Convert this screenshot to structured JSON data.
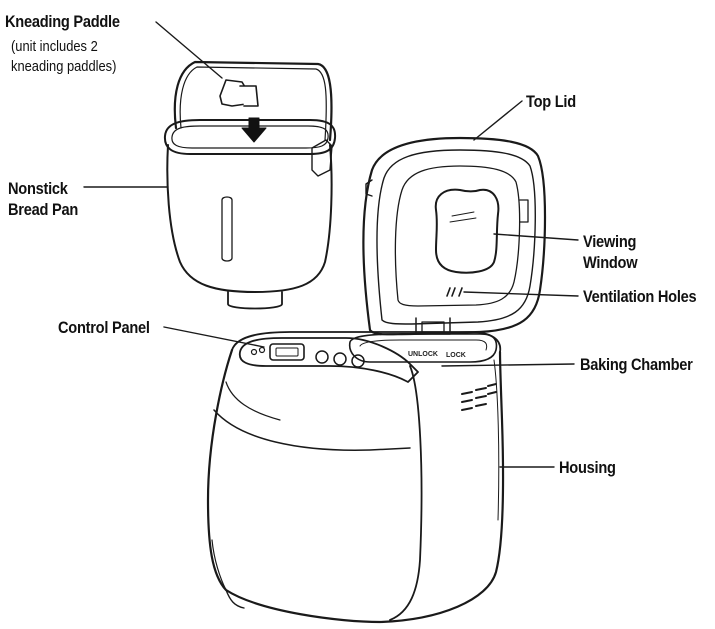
{
  "labels": {
    "kneading_paddle": "Kneading Paddle",
    "kneading_paddle_note_1": "(unit includes 2",
    "kneading_paddle_note_2": "kneading paddles)",
    "nonstick_1": "Nonstick",
    "nonstick_2": "Bread Pan",
    "top_lid": "Top Lid",
    "viewing_1": "Viewing",
    "viewing_2": "Window",
    "ventilation": "Ventilation Holes",
    "control_panel": "Control Panel",
    "baking_chamber": "Baking Chamber",
    "housing": "Housing"
  },
  "markings": {
    "unlock": "UNLOCK",
    "lock": "LOCK"
  }
}
